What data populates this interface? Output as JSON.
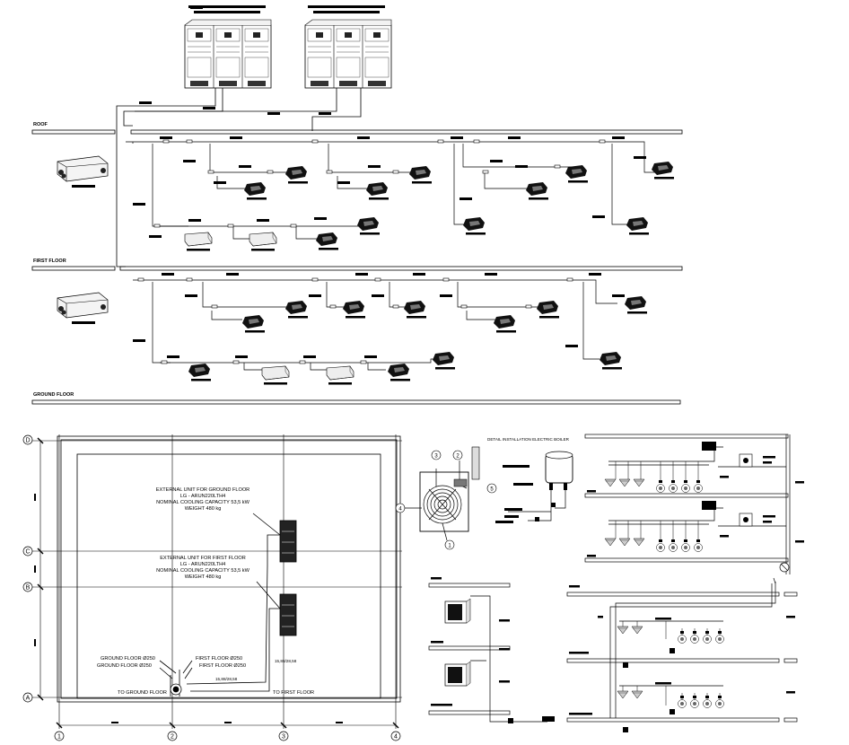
{
  "levels": {
    "roof": "ROOF",
    "first_floor": "FIRST FLOOR",
    "ground_floor": "GROUND FLOOR"
  },
  "plan": {
    "gf_unit": [
      "EXTERNAL UNIT FOR GROUND FLOOR",
      "LG - ARUN220LTH4",
      "NOMINAL COOLING CAPACITY 53,5 kW",
      "WEIGHT 480 kg"
    ],
    "ff_unit": [
      "EXTERNAL UNIT FOR FIRST FLOOR",
      "LG - ARUN220LTH4",
      "NOMINAL COOLING CAPACITY 53,5 kW",
      "WEIGHT 480 kg"
    ],
    "pipe_labels": [
      "GROUND FLOOR Ø250",
      "GROUND FLOOR Ø250",
      "FIRST FLOOR Ø250",
      "FIRST FLOOR Ø250"
    ],
    "dim_a": "15,88/28,58",
    "dim_b": "15,88/28,58",
    "to_ground": "TO GROUND FLOOR",
    "to_first": "TO FIRST FLOOR",
    "grid_rows": [
      "A",
      "B",
      "C",
      "D"
    ],
    "grid_cols": [
      "1",
      "2",
      "3",
      "4"
    ]
  },
  "detail": {
    "title": "DETAIL INSTALLATION ELECTRIC BOILER",
    "callouts": [
      "1",
      "2",
      "3",
      "4",
      "5"
    ]
  },
  "colors": {
    "line": "#000000",
    "background": "#ffffff",
    "fill_grey": "#bfbfbf"
  }
}
